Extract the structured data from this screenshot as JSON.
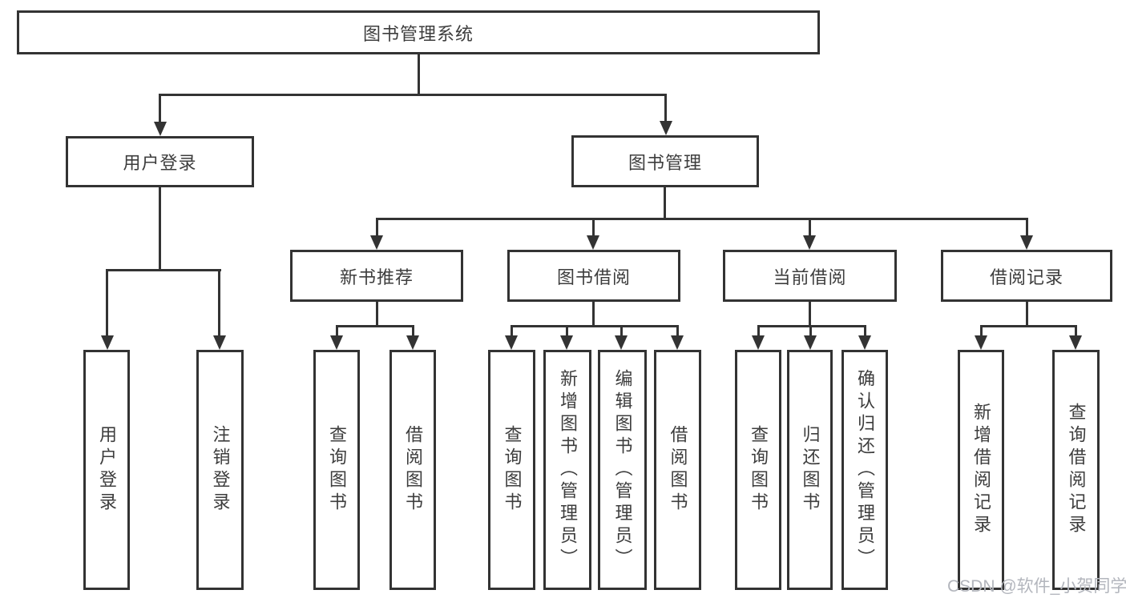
{
  "tree": {
    "root": {
      "label": "图书管理系统"
    },
    "children": [
      {
        "label": "用户登录",
        "children": [
          {
            "label": "用户登录"
          },
          {
            "label": "注销登录"
          }
        ]
      },
      {
        "label": "图书管理",
        "children": [
          {
            "label": "新书推荐",
            "children": [
              {
                "label": "查询图书"
              },
              {
                "label": "借阅图书"
              }
            ]
          },
          {
            "label": "图书借阅",
            "children": [
              {
                "label": "查询图书"
              },
              {
                "label": "新增图书（管理员）"
              },
              {
                "label": "编辑图书（管理员）"
              },
              {
                "label": "借阅图书"
              }
            ]
          },
          {
            "label": "当前借阅",
            "children": [
              {
                "label": "查询图书"
              },
              {
                "label": "归还图书"
              },
              {
                "label": "确认归还（管理员）"
              }
            ]
          },
          {
            "label": "借阅记录",
            "children": [
              {
                "label": "新增借阅记录"
              },
              {
                "label": "查询借阅记录"
              }
            ]
          }
        ]
      }
    ]
  },
  "watermark": "CSDN @软件_小贺同学",
  "colors": {
    "line": "#333333",
    "text": "#3d3d3d",
    "watermark": "#b3b6bd",
    "background": "#ffffff"
  }
}
